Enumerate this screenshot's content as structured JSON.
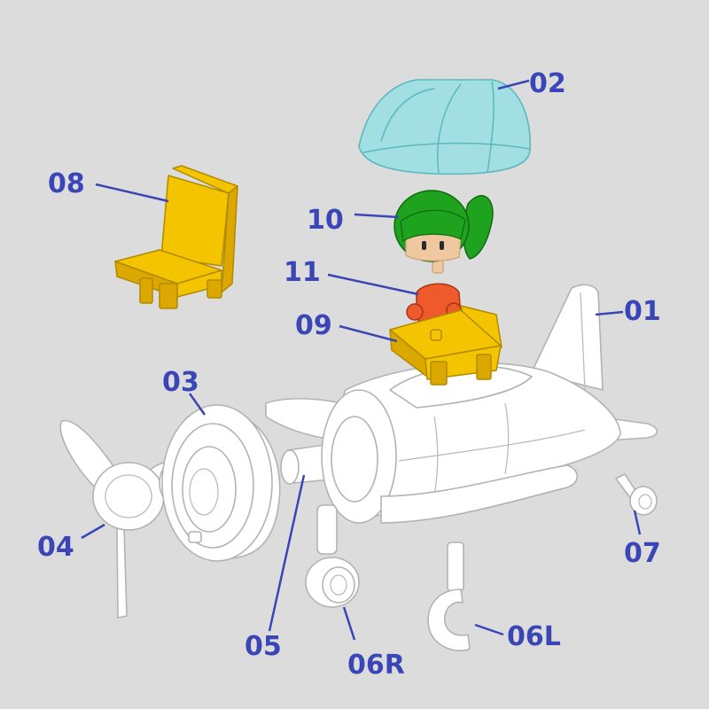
{
  "labels": {
    "01": "01",
    "02": "02",
    "03": "03",
    "04": "04",
    "05": "05",
    "06R": "06R",
    "06L": "06L",
    "07": "07",
    "08": "08",
    "09": "09",
    "10": "10",
    "11": "11"
  },
  "colors": {
    "background": "#dcdcdc",
    "label": "#3a46b6",
    "canopy": "#8fe0e6",
    "seat": "#f5c400",
    "hair": "#1fa31f",
    "body": "#ef5a2c",
    "airframe": "#ffffff"
  }
}
